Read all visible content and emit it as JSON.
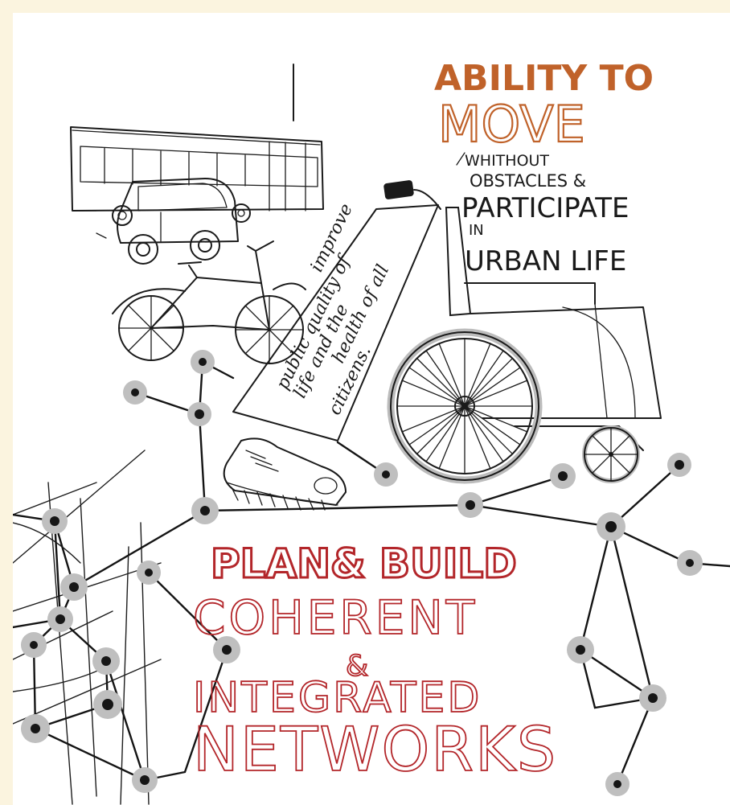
{
  "headline": {
    "line1": "ABILITY TO",
    "line2": "MOVE"
  },
  "subheadline": {
    "line1": "WHITHOUT",
    "line2": "OBSTACLES &",
    "line3": "PARTICIPATE",
    "line4": "IN",
    "line5": "URBAN LIFE"
  },
  "diagonal_note": {
    "line1": "improve",
    "line2": "public quality of",
    "line3": "life and the",
    "line4": "health of all",
    "line5": "citizens."
  },
  "bottom_title": {
    "line1": "PLAN& BUILD",
    "line2": "COHERENT",
    "line3": "&",
    "line4": "INTEGRATED",
    "line5": "NETWORKS"
  },
  "colors": {
    "page_background": "#fbf4df",
    "panel": "#ffffff",
    "ink": "#1a1a1a",
    "orange": "#c0622a",
    "red": "#b3262a",
    "node_halo": "#bfbfbf"
  },
  "icons": [
    "bus-icon",
    "car-icon",
    "bicycle-icon",
    "wheelchair-icon",
    "shoe-icon",
    "network-graph"
  ]
}
